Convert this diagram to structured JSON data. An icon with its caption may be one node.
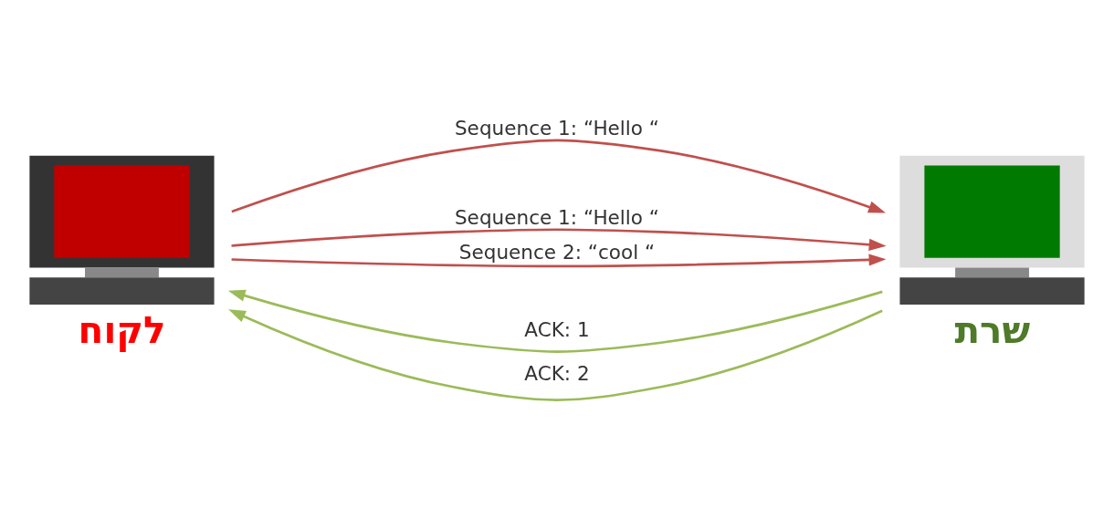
{
  "diagram": {
    "nodes": [
      {
        "text": [],
        "shape": "picture",
        "beside": [
          "לקוח"
        ]
      },
      {
        "text": [],
        "shape": "picture",
        "beside": [
          "שרת"
        ]
      }
    ],
    "edges": [
      {
        "from": 0,
        "to": 1,
        "arrow": "to",
        "label": "Sequence 1: “Hello “"
      },
      {
        "from": 0,
        "to": 1,
        "arrow": "to",
        "label": "Sequence 1: “Hello “"
      },
      {
        "from": 1,
        "to": 0,
        "arrow": "to",
        "label": "ACK: 1",
        "color": "#9bbb59"
      },
      {
        "from": 0,
        "to": 1,
        "arrow": "to",
        "label": "Sequence 2: “cool “"
      },
      {
        "from": 1,
        "to": 0,
        "arrow": "to",
        "label": "ACK: 2",
        "color": "#9bbb59"
      }
    ]
  }
}
